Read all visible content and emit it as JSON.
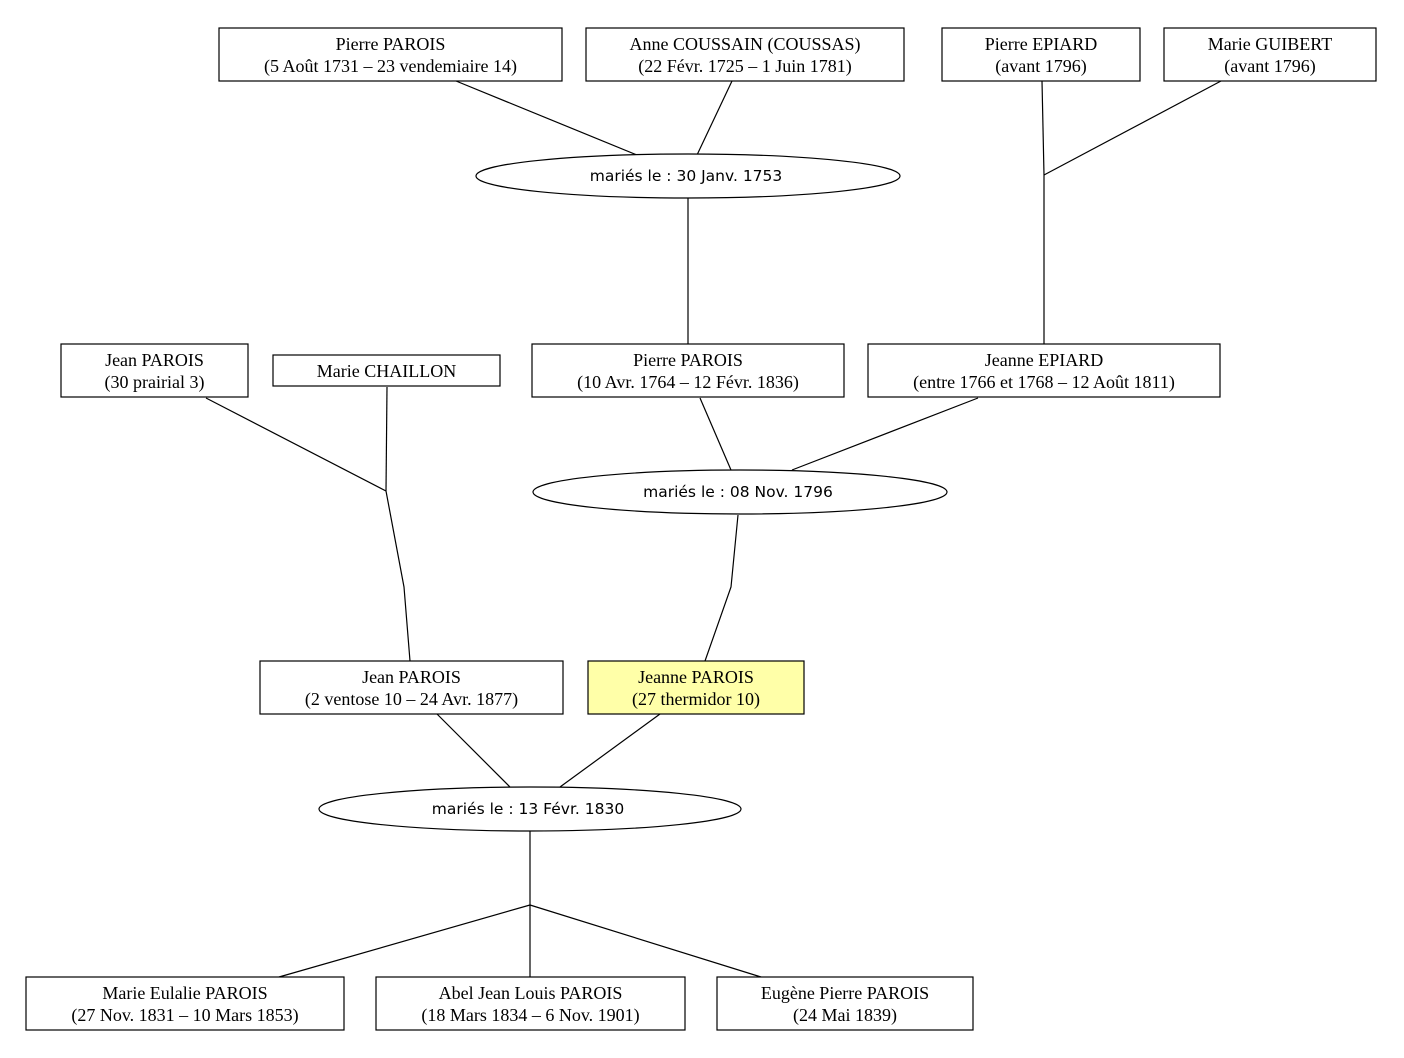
{
  "colors": {
    "box_fill": "#ffffff",
    "highlight_fill": "#ffffa8",
    "line": "#000000"
  },
  "persons": {
    "p_pierre_parois_1731": {
      "name": "Pierre PAROIS",
      "dates": "(5 Août 1731 – 23 vendemiaire 14)"
    },
    "p_anne_coussain": {
      "name": "Anne COUSSAIN (COUSSAS)",
      "dates": "(22 Févr. 1725 – 1 Juin 1781)"
    },
    "p_pierre_epiard": {
      "name": "Pierre EPIARD",
      "dates": "(avant 1796)"
    },
    "p_marie_guibert": {
      "name": "Marie GUIBERT",
      "dates": "(avant 1796)"
    },
    "p_jean_parois_prairial": {
      "name": "Jean PAROIS",
      "dates": "(30 prairial 3)"
    },
    "p_marie_chaillon": {
      "name": "Marie CHAILLON",
      "dates": ""
    },
    "p_pierre_parois_1764": {
      "name": "Pierre PAROIS",
      "dates": "(10 Avr. 1764 – 12 Févr. 1836)"
    },
    "p_jeanne_epiard": {
      "name": "Jeanne EPIARD",
      "dates": "(entre 1766 et 1768 – 12 Août 1811)"
    },
    "p_jean_parois_ventose": {
      "name": "Jean PAROIS",
      "dates": "(2 ventose 10 – 24 Avr. 1877)"
    },
    "p_jeanne_parois": {
      "name": "Jeanne PAROIS",
      "dates": "(27 thermidor 10)",
      "highlighted": true
    },
    "p_marie_eulalie": {
      "name": "Marie Eulalie PAROIS",
      "dates": "(27 Nov. 1831 – 10 Mars 1853)"
    },
    "p_abel_jean_louis": {
      "name": "Abel Jean Louis PAROIS",
      "dates": "(18 Mars 1834 – 6 Nov. 1901)"
    },
    "p_eugene_pierre": {
      "name": "Eugène Pierre PAROIS",
      "dates": "(24 Mai 1839)"
    }
  },
  "unions": {
    "u_1753": {
      "label": "mariés le : 30 Janv. 1753"
    },
    "u_1796": {
      "label": "mariés le : 08 Nov. 1796"
    },
    "u_1830": {
      "label": "mariés le : 13 Févr. 1830"
    }
  }
}
